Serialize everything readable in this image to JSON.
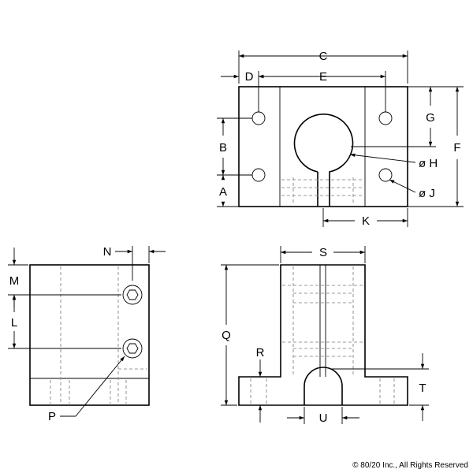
{
  "labels": {
    "C": "C",
    "D": "D",
    "E": "E",
    "G": "G",
    "F": "F",
    "B": "B",
    "A": "A",
    "H": "ø H",
    "J": "ø J",
    "K": "K",
    "N": "N",
    "M": "M",
    "L": "L",
    "P": "P",
    "S": "S",
    "Q": "Q",
    "R": "R",
    "T": "T",
    "U": "U"
  },
  "copyright": "© 80/20 Inc., All Rights Reserved"
}
